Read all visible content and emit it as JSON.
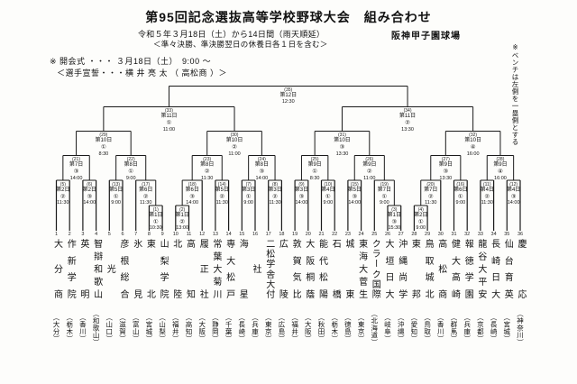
{
  "header": {
    "title": "第95回記念選抜高等学校野球大会　組み合わせ",
    "date_line": "令和５年３月18日（土）から14日間（雨天順延）",
    "rest_note": "＜準々決勝、準決勝翌日の休養日各１日を含む＞",
    "venue": "阪神甲子園球場",
    "opening_line": "※ 開会式 ・・・ ３月18日（土）　9:00 ～",
    "oath_line": "＜選手宣誓・・・横 井 亮 太 （ 高松商 ）＞",
    "bench_note": "※ベンチは左側を一塁側とする"
  },
  "bracket": {
    "teams": [
      {
        "no": 1,
        "name": "大分商",
        "pref": "大分"
      },
      {
        "no": 2,
        "name": "作新学院",
        "pref": "栃木"
      },
      {
        "no": 3,
        "name": "英明",
        "pref": "香川"
      },
      {
        "no": 4,
        "name": "智辯和歌山",
        "pref": "和歌山"
      },
      {
        "no": 5,
        "name": "光",
        "pref": "山口"
      },
      {
        "no": 6,
        "name": "彦根総合",
        "pref": "滋賀"
      },
      {
        "no": 7,
        "name": "氷見",
        "pref": "富山"
      },
      {
        "no": 8,
        "name": "東北",
        "pref": "宮城"
      },
      {
        "no": 9,
        "name": "山梨学院",
        "pref": "山梨"
      },
      {
        "no": 10,
        "name": "北陸",
        "pref": "福井"
      },
      {
        "no": 11,
        "name": "高知",
        "pref": "高知"
      },
      {
        "no": 12,
        "name": "履正社",
        "pref": "大阪"
      },
      {
        "no": 13,
        "name": "常葉大菊川",
        "pref": "静岡"
      },
      {
        "no": 14,
        "name": "専大松戸",
        "pref": "千葉"
      },
      {
        "no": 15,
        "name": "海星",
        "pref": "長崎"
      },
      {
        "no": 16,
        "name": "社",
        "pref": "兵庫"
      },
      {
        "no": 17,
        "name": "二松学舎大付",
        "pref": "東京"
      },
      {
        "no": 18,
        "name": "広陵",
        "pref": "広島"
      },
      {
        "no": 19,
        "name": "敦賀気比",
        "pref": "福井"
      },
      {
        "no": 20,
        "name": "大阪桐蔭",
        "pref": "大阪"
      },
      {
        "no": 21,
        "name": "能代松陽",
        "pref": "秋田"
      },
      {
        "no": 22,
        "name": "石橋",
        "pref": "栃木"
      },
      {
        "no": 23,
        "name": "城東",
        "pref": "徳島"
      },
      {
        "no": 24,
        "name": "東海大菅生",
        "pref": "東京"
      },
      {
        "no": 25,
        "name": "クラーク国際",
        "pref": "北海道"
      },
      {
        "no": 26,
        "name": "大垣日大",
        "pref": "岐阜"
      },
      {
        "no": 27,
        "name": "沖縄尚学",
        "pref": "沖縄"
      },
      {
        "no": 28,
        "name": "東邦",
        "pref": "愛知"
      },
      {
        "no": 29,
        "name": "鳥取城北",
        "pref": "鳥取"
      },
      {
        "no": 30,
        "name": "高松商",
        "pref": "香川"
      },
      {
        "no": 31,
        "name": "健大高崎",
        "pref": "群馬"
      },
      {
        "no": 32,
        "name": "報徳学園",
        "pref": "兵庫"
      },
      {
        "no": 33,
        "name": "龍谷大平安",
        "pref": "京都"
      },
      {
        "no": 34,
        "name": "長崎日大",
        "pref": "長崎"
      },
      {
        "no": 35,
        "name": "仙台育英",
        "pref": "宮城"
      },
      {
        "no": 36,
        "name": "慶応",
        "pref": "神奈川"
      }
    ],
    "games": [
      {
        "no": 1,
        "round": 1,
        "day": "第1日",
        "order": "①",
        "time": "10:30",
        "children": [
          "T8",
          "T9"
        ]
      },
      {
        "no": 2,
        "round": 1,
        "day": "第1日",
        "order": "②",
        "time": "13:00",
        "children": [
          "T10",
          "T11"
        ]
      },
      {
        "no": 3,
        "round": 1,
        "day": "第1日",
        "order": "③",
        "time": "15:30",
        "children": [
          "T26",
          "T27"
        ]
      },
      {
        "no": 4,
        "round": 1,
        "day": "第2日",
        "order": "①",
        "time": "9:00",
        "children": [
          "T28",
          "T29"
        ]
      },
      {
        "no": 5,
        "round": 2,
        "day": "第2日",
        "order": "②",
        "time": "11:30",
        "children": [
          "T1",
          "T2"
        ]
      },
      {
        "no": 6,
        "round": 2,
        "day": "第2日",
        "order": "③",
        "time": "14:00",
        "children": [
          "T3",
          "T4"
        ]
      },
      {
        "no": 7,
        "round": 2,
        "day": "第3日",
        "order": "①",
        "time": "9:00",
        "children": [
          "T15",
          "T16"
        ]
      },
      {
        "no": 8,
        "round": 2,
        "day": "第3日",
        "order": "②",
        "time": "11:30",
        "children": [
          "T17",
          "T18"
        ]
      },
      {
        "no": 9,
        "round": 2,
        "day": "第3日",
        "order": "③",
        "time": "14:00",
        "children": [
          "T19",
          "T20"
        ]
      },
      {
        "no": 10,
        "round": 2,
        "day": "第4日",
        "order": "①",
        "time": "9:00",
        "children": [
          "T21",
          "T22"
        ]
      },
      {
        "no": 11,
        "round": 2,
        "day": "第4日",
        "order": "②",
        "time": "11:30",
        "children": [
          "T33",
          "T34"
        ]
      },
      {
        "no": 12,
        "round": 2,
        "day": "第4日",
        "order": "③",
        "time": "14:00",
        "children": [
          "T35",
          "T36"
        ]
      },
      {
        "no": 13,
        "round": 2,
        "day": "第5日",
        "order": "①",
        "time": "9:00",
        "children": [
          "T5",
          "T6"
        ]
      },
      {
        "no": 14,
        "round": 2,
        "day": "第5日",
        "order": "②",
        "time": "11:30",
        "children": [
          "T13",
          "T14"
        ]
      },
      {
        "no": 15,
        "round": 2,
        "day": "第5日",
        "order": "③",
        "time": "14:00",
        "children": [
          "T23",
          "T24"
        ]
      },
      {
        "no": 16,
        "round": 2,
        "day": "第6日",
        "order": "①",
        "time": "9:00",
        "children": [
          "T31",
          "T32"
        ]
      },
      {
        "no": 17,
        "round": 2,
        "day": "第6日",
        "order": "②",
        "time": "11:30",
        "children": [
          "T7",
          "G1"
        ]
      },
      {
        "no": 18,
        "round": 2,
        "day": "第6日",
        "order": "③",
        "time": "14:00",
        "children": [
          "G2",
          "T12"
        ]
      },
      {
        "no": 19,
        "round": 2,
        "day": "第7日",
        "order": "①",
        "time": "9:00",
        "children": [
          "T25",
          "G3"
        ]
      },
      {
        "no": 20,
        "round": 2,
        "day": "第7日",
        "order": "②",
        "time": "11:30",
        "children": [
          "G4",
          "T30"
        ]
      },
      {
        "no": 21,
        "round": 3,
        "day": "第7日",
        "order": "③",
        "time": "14:00",
        "children": [
          "G5",
          "G6"
        ]
      },
      {
        "no": 22,
        "round": 3,
        "day": "第8日",
        "order": "①",
        "time": "9:00",
        "children": [
          "G13",
          "G17"
        ]
      },
      {
        "no": 23,
        "round": 3,
        "day": "第8日",
        "order": "②",
        "time": "11:30",
        "children": [
          "G18",
          "G14"
        ]
      },
      {
        "no": 24,
        "round": 3,
        "day": "第8日",
        "order": "③",
        "time": "14:00",
        "children": [
          "G7",
          "G8"
        ]
      },
      {
        "no": 25,
        "round": 3,
        "day": "第9日",
        "order": "①",
        "time": "8:30",
        "children": [
          "G9",
          "G10"
        ]
      },
      {
        "no": 26,
        "round": 3,
        "day": "第9日",
        "order": "②",
        "time": "11:00",
        "children": [
          "G15",
          "G19"
        ]
      },
      {
        "no": 27,
        "round": 3,
        "day": "第9日",
        "order": "③",
        "time": "13:30",
        "children": [
          "G20",
          "G16"
        ]
      },
      {
        "no": 28,
        "round": 3,
        "day": "第9日",
        "order": "④",
        "time": "16:00",
        "children": [
          "G11",
          "G12"
        ]
      },
      {
        "no": 29,
        "round": 4,
        "day": "第10日",
        "order": "①",
        "time": "8:30",
        "children": [
          "G21",
          "G22"
        ]
      },
      {
        "no": 30,
        "round": 4,
        "day": "第10日",
        "order": "②",
        "time": "11:00",
        "children": [
          "G23",
          "G24"
        ]
      },
      {
        "no": 31,
        "round": 4,
        "day": "第10日",
        "order": "③",
        "time": "13:30",
        "children": [
          "G25",
          "G26"
        ]
      },
      {
        "no": 32,
        "round": 4,
        "day": "第10日",
        "order": "④",
        "time": "16:00",
        "children": [
          "G27",
          "G28"
        ]
      },
      {
        "no": 33,
        "round": 5,
        "day": "第11日",
        "order": "①",
        "time": "11:00",
        "children": [
          "G29",
          "G30"
        ]
      },
      {
        "no": 34,
        "round": 5,
        "day": "第11日",
        "order": "②",
        "time": "13:30",
        "children": [
          "G31",
          "G32"
        ]
      },
      {
        "no": 35,
        "round": 6,
        "day": "第12日",
        "order": "",
        "time": "12:30",
        "children": [
          "G33",
          "G34"
        ]
      }
    ]
  }
}
